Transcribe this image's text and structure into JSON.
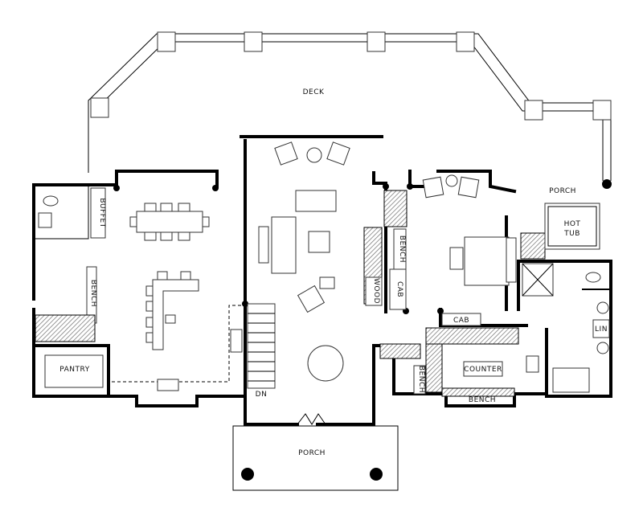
{
  "plan": {
    "labels": {
      "deck": "DECK",
      "porch_rear": "PORCH",
      "hot_tub_line1": "HOT",
      "hot_tub_line2": "TUB",
      "buffet": "BUFFET",
      "bench_entry": "BENCH",
      "pantry": "PANTRY",
      "wood": "WOOD",
      "bench_fireplace": "BENCH",
      "cab_fireplace": "CAB",
      "cab_bedroom": "CAB",
      "counter": "COUNTER",
      "bench_closet_side": "BENCH",
      "bench_closet_bottom": "BENCH",
      "linen": "LIN",
      "stairs_down": "DN",
      "porch_front": "PORCH"
    },
    "colors": {
      "wall": "#000000",
      "background": "#ffffff",
      "hatch": "#777777"
    }
  }
}
